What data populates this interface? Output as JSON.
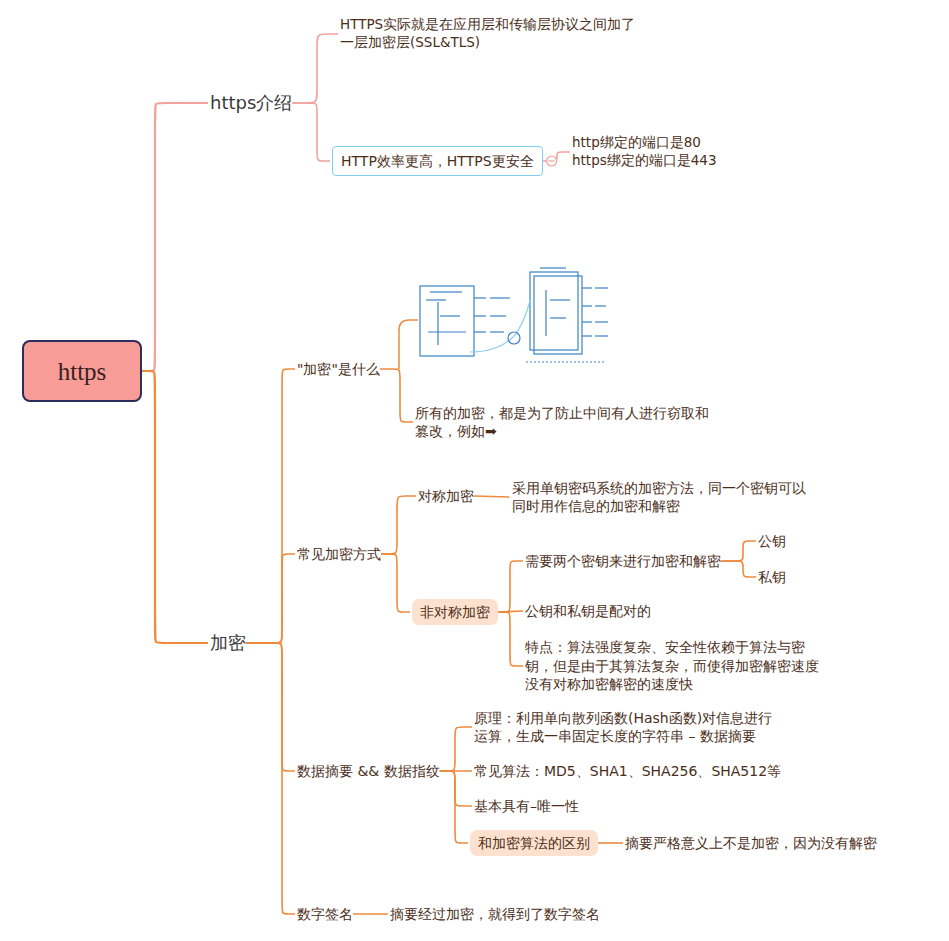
{
  "diagram": {
    "nodes": [
      {
        "text": [
          "https"
        ]
      },
      {
        "text": [
          "https介绍"
        ]
      },
      {
        "text": [
          "HTTPS实际就是在应用层和传输层协议之间加了 一层加密层(SSL&TLS)"
        ]
      },
      {
        "text": [
          "HTTP效率更高，HTTPS更安全"
        ]
      },
      {
        "text": [
          "http绑定的端口是80 https绑定的端口是443"
        ]
      },
      {
        "text": [
          "加密"
        ]
      },
      {
        "text": [
          "\"加密\"是什么"
        ]
      },
      {
        "text": [
          "所有的加密，都是为了防止中间有人进行窃取和 篡改，例如➡"
        ]
      },
      {
        "text": [
          "常见加密方式"
        ]
      },
      {
        "text": [
          "对称加密"
        ]
      },
      {
        "text": [
          "采用单钥密码系统的加密方法，同一个密钥可以 同时用作信息的加密和解密"
        ]
      },
      {
        "text": [
          "非对称加密"
        ]
      },
      {
        "text": [
          "需要两个密钥来进行加密和解密"
        ]
      },
      {
        "text": [
          "公钥"
        ]
      },
      {
        "text": [
          "私钥"
        ]
      },
      {
        "text": [
          "公钥和私钥是配对的"
        ]
      },
      {
        "text": [
          "特点：算法强度复杂、安全性依赖于算法与密 钥，但是由于其算法复杂，而使得加密解密速度 没有对称加密解密的速度快"
        ]
      },
      {
        "text": [
          "数据摘要 && 数据指纹"
        ]
      },
      {
        "text": [
          "原理：利用单向散列函数(Hash函数)对信息进行 运算，生成一串固定长度的字符串 – 数据摘要"
        ]
      },
      {
        "text": [
          "常见算法：MD5、SHA1、SHA256、SHA512等"
        ]
      },
      {
        "text": [
          "基本具有–唯一性"
        ]
      },
      {
        "text": [
          "和加密算法的区别"
        ]
      },
      {
        "text": [
          "摘要严格意义上不是加密，因为没有解密"
        ]
      },
      {
        "text": [
          "数字签名"
        ]
      },
      {
        "text": [
          "摘要经过加密，就得到了数字签名"
        ]
      }
    ],
    "edges": [
      {
        "from": 0,
        "to": 1,
        "arrow": "none"
      },
      {
        "from": 1,
        "to": 2,
        "arrow": "none"
      },
      {
        "from": 1,
        "to": 3,
        "arrow": "none"
      },
      {
        "from": 3,
        "to": 4,
        "arrow": "none"
      },
      {
        "from": 0,
        "to": 5,
        "arrow": "none"
      },
      {
        "from": 5,
        "to": 6,
        "arrow": "none"
      },
      {
        "from": 6,
        "to": 7,
        "arrow": "none"
      },
      {
        "from": 5,
        "to": 8,
        "arrow": "none"
      },
      {
        "from": 8,
        "to": 9,
        "arrow": "none"
      },
      {
        "from": 9,
        "to": 10,
        "arrow": "none"
      },
      {
        "from": 8,
        "to": 11,
        "arrow": "none"
      },
      {
        "from": 11,
        "to": 12,
        "arrow": "none"
      },
      {
        "from": 12,
        "to": 13,
        "arrow": "none"
      },
      {
        "from": 12,
        "to": 14,
        "arrow": "none"
      },
      {
        "from": 11,
        "to": 15,
        "arrow": "none"
      },
      {
        "from": 11,
        "to": 16,
        "arrow": "none"
      },
      {
        "from": 5,
        "to": 17,
        "arrow": "none"
      },
      {
        "from": 17,
        "to": 18,
        "arrow": "none"
      },
      {
        "from": 17,
        "to": 19,
        "arrow": "none"
      },
      {
        "from": 17,
        "to": 20,
        "arrow": "none"
      },
      {
        "from": 17,
        "to": 21,
        "arrow": "none"
      },
      {
        "from": 21,
        "to": 22,
        "arrow": "none"
      },
      {
        "from": 5,
        "to": 23,
        "arrow": "none"
      },
      {
        "from": 23,
        "to": 24,
        "arrow": "none"
      }
    ]
  }
}
